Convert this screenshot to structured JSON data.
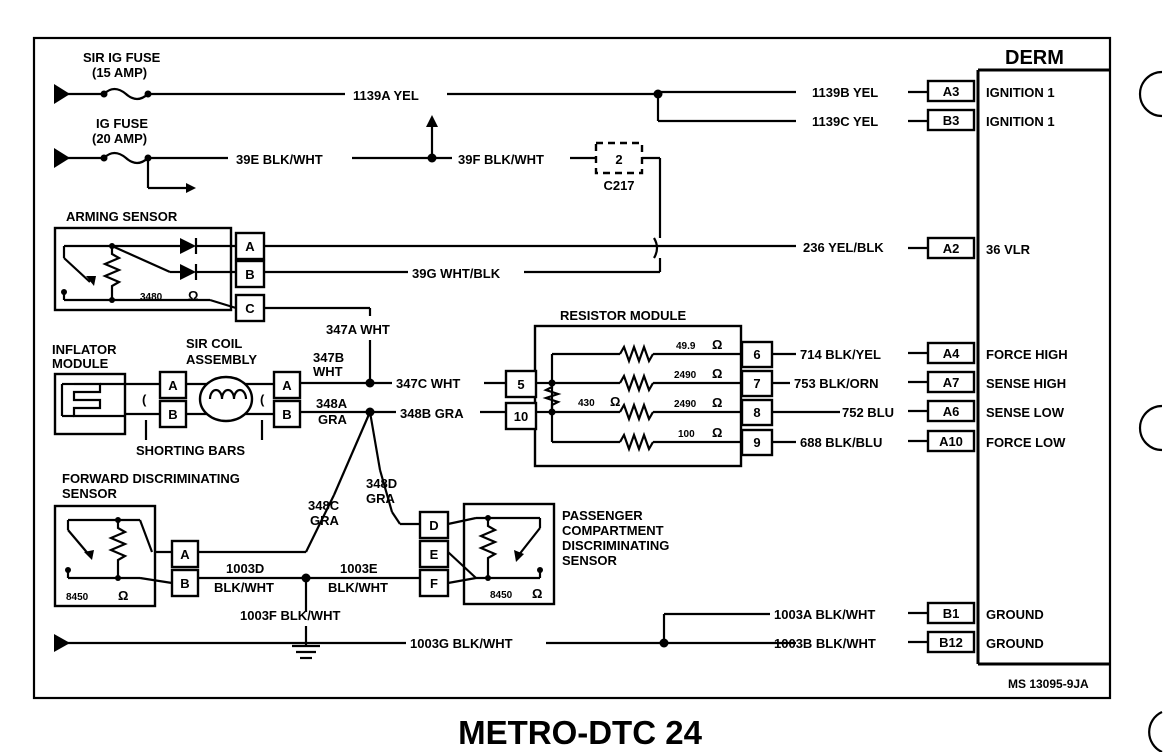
{
  "title": "METRO-DTC 24",
  "ref": "MS 13095-9JA",
  "derm": {
    "name": "DERM",
    "pins": [
      {
        "pin": "A3",
        "function": "IGNITION 1",
        "wire": "1139B YEL"
      },
      {
        "pin": "B3",
        "function": "IGNITION 1",
        "wire": "1139C YEL"
      },
      {
        "pin": "A2",
        "function": "36 VLR",
        "wire": "236 YEL/BLK"
      },
      {
        "pin": "A4",
        "function": "FORCE HIGH",
        "wire": "714 BLK/YEL"
      },
      {
        "pin": "A7",
        "function": "SENSE HIGH",
        "wire": "753 BLK/ORN"
      },
      {
        "pin": "A6",
        "function": "SENSE LOW",
        "wire": "752 BLU"
      },
      {
        "pin": "A10",
        "function": "FORCE LOW",
        "wire": "688 BLK/BLU"
      },
      {
        "pin": "B1",
        "function": "GROUND",
        "wire": "1003A BLK/WHT"
      },
      {
        "pin": "B12",
        "function": "GROUND",
        "wire": "1003B BLK/WHT"
      }
    ]
  },
  "fuses": {
    "sir_label": "SIR IG FUSE",
    "sir_amp": "(15 AMP)",
    "ig_label": "IG FUSE",
    "ig_amp": "(20 AMP)"
  },
  "wires": {
    "w1139a": "1139A YEL",
    "w39e": "39E BLK/WHT",
    "w39f": "39F BLK/WHT",
    "w39g": "39G WHT/BLK",
    "w347a": "347A WHT",
    "w347b_1": "347B",
    "w347b_2": "WHT",
    "w347c": "347C WHT",
    "w348a_1": "348A",
    "w348a_2": "GRA",
    "w348b": "348B GRA",
    "w348c_1": "348C",
    "w348c_2": "GRA",
    "w348d_1": "348D",
    "w348d_2": "GRA",
    "w1003d_1": "1003D",
    "w1003d_2": "BLK/WHT",
    "w1003e_1": "1003E",
    "w1003e_2": "BLK/WHT",
    "w1003f": "1003F BLK/WHT",
    "w1003g": "1003G BLK/WHT"
  },
  "c217": {
    "pin": "2",
    "name": "C217"
  },
  "arming_sensor": {
    "name": "ARMING SENSOR",
    "res": "3480",
    "ohm": "Ω",
    "pins": [
      "A",
      "B",
      "C"
    ]
  },
  "inflator": {
    "line1": "INFLATOR",
    "line2": "MODULE",
    "pins": [
      "A",
      "B"
    ]
  },
  "sir_coil": {
    "line1": "SIR COIL",
    "line2": "ASSEMBLY",
    "pins": [
      "A",
      "B"
    ]
  },
  "shorting_bars": "SHORTING BARS",
  "resistor_module": {
    "name": "RESISTOR MODULE",
    "resistors": [
      "49.9",
      "2490",
      "2490",
      "100"
    ],
    "center": "430",
    "ohm": "Ω",
    "left_pins": [
      "5",
      "10"
    ],
    "right_pins": [
      "6",
      "7",
      "8",
      "9"
    ]
  },
  "forward_sensor": {
    "line1": "FORWARD DISCRIMINATING",
    "line2": "SENSOR",
    "res": "8450",
    "ohm": "Ω",
    "pins": [
      "A",
      "B"
    ]
  },
  "passenger_sensor": {
    "line1": "PASSENGER",
    "line2": "COMPARTMENT",
    "line3": "DISCRIMINATING",
    "line4": "SENSOR",
    "res": "8450",
    "ohm": "Ω",
    "pins": [
      "D",
      "E",
      "F"
    ]
  }
}
